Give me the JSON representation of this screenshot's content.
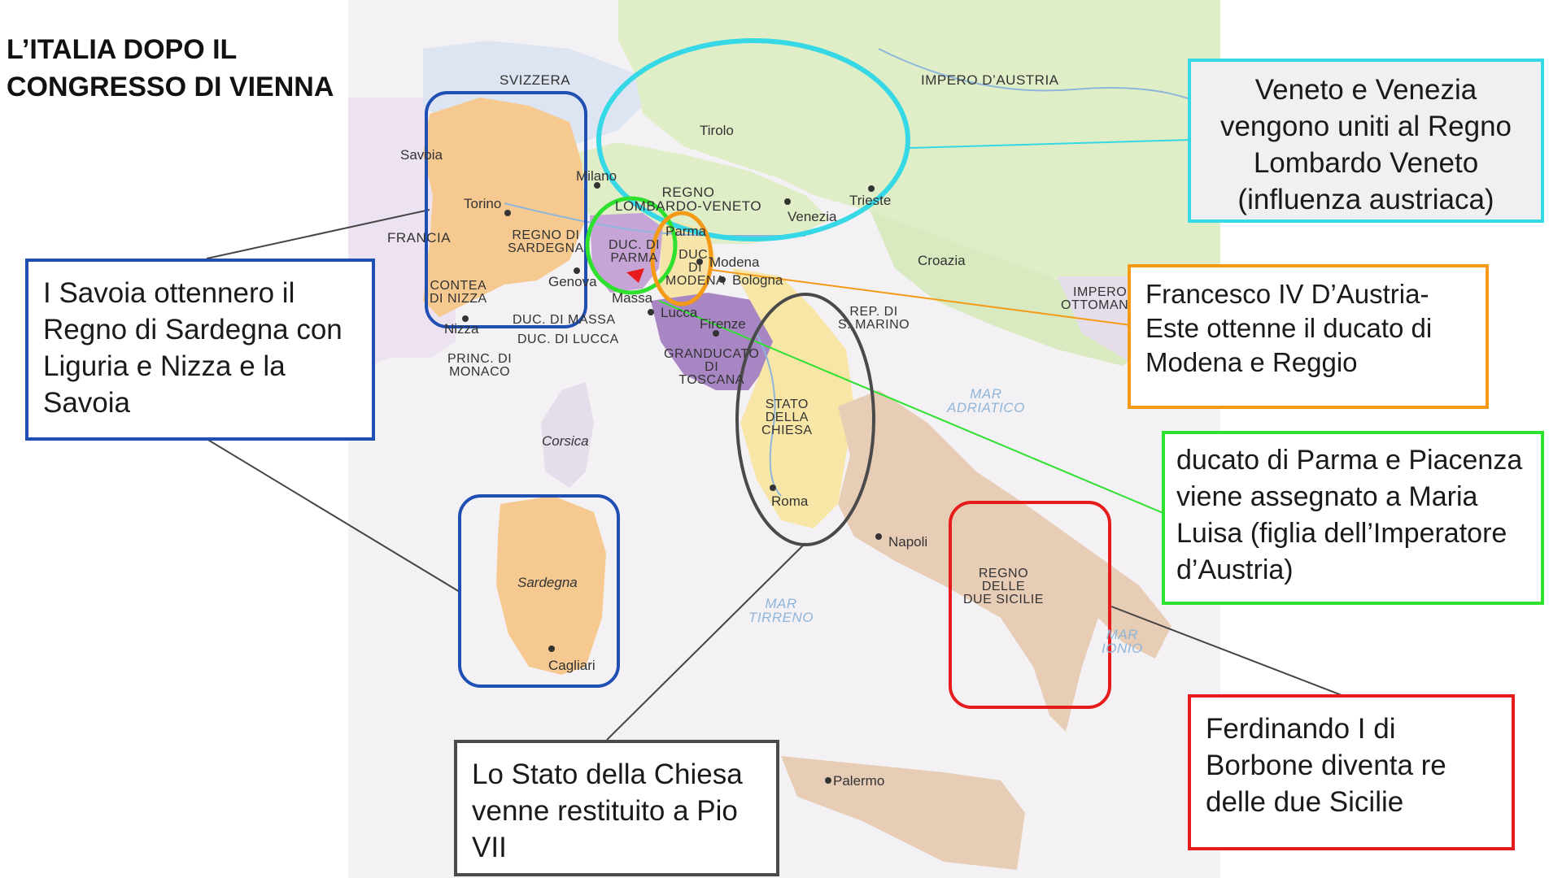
{
  "title": "L’ITALIA DOPO IL CONGRESSO DI VIENNA",
  "map_labels": {
    "svizzera": "SVIZZERA",
    "impero_austria": "IMPERO D’AUSTRIA",
    "tirolo": "Tirolo",
    "savoia": "Savoia",
    "milano": "Milano",
    "regno_lombardo_veneto": "REGNO\nLOMBARDO-VENETO",
    "trieste": "Trieste",
    "venezia": "Venezia",
    "torino": "Torino",
    "francia": "FRANCIA",
    "regno_sardegna": "REGNO DI\nSARDEGNA",
    "duc_parma": "DUC. DI\nPARMA",
    "parma": "Parma",
    "duc_modena": "DUC.\nDI\nMODENA",
    "modena": "Modena",
    "croazia": "Croazia",
    "contea_nizza": "CONTEA\nDI NIZZA",
    "genova": "Genova",
    "bologna": "Bologna",
    "impero_ottomano": "IMPERO\nOTTOMANO",
    "massa": "Massa",
    "nizza": "Nizza",
    "duc_massa": "DUC. DI MASSA",
    "lucca": "Lucca",
    "firenze": "Firenze",
    "rep_san_marino": "REP. DI\nS. MARINO",
    "duc_lucca": "DUC. DI LUCCA",
    "princ_monaco": "PRINC. DI\nMONACO",
    "granducato_toscana": "GRANDUCATO\nDI\nTOSCANA",
    "mar_adriatico": "MAR\nADRIATICO",
    "stato_chiesa": "STATO\nDELLA\nCHIESA",
    "corsica": "Corsica",
    "roma": "Roma",
    "napoli": "Napoli",
    "regno_due_sicilie": "REGNO\nDELLE\nDUE SICILIE",
    "sardegna": "Sardegna",
    "mar_tirreno": "MAR\nTIRRENO",
    "mar_ionio": "MAR\nIONIO",
    "cagliari": "Cagliari",
    "palermo": "Palermo"
  },
  "notes": {
    "savoia": "I Savoia ottennero il Regno di Sardegna con Liguria e Nizza e la Savoia",
    "veneto": "Veneto e Venezia vengono uniti al Regno Lombardo Veneto (influenza austriaca)",
    "modena": "Francesco IV D’Austria-Este ottenne il ducato di Modena e Reggio",
    "parma": "ducato di Parma e Piacenza viene assegnato a Maria Luisa (figlia dell’Imperatore d’Austria)",
    "chiesa": "Lo Stato della Chiesa venne restituito a Pio VII",
    "sicilie": "Ferdinando I di Borbone diventa re delle due Sicilie"
  },
  "colors": {
    "sea": "#ffffff",
    "austria": "#dfeec7",
    "switzerland": "#dde4f2",
    "france": "#ece2f0",
    "sardinia_kingdom": "#f6c990",
    "lombardo_veneto": "#dfeec7",
    "parma": "#c6a5d6",
    "modena": "#f7e4a8",
    "tuscany": "#a886c4",
    "papal_states": "#f8e6a6",
    "two_sicilies": "#e8cdb6",
    "ottoman": "#e6ddea",
    "blue_outline": "#1f4fb3",
    "cyan_outline": "#36d8e6",
    "green_outline": "#2fe12f",
    "orange_outline": "#f49a16",
    "red_outline": "#e61b1b",
    "gray_outline": "#4a4a4a"
  }
}
